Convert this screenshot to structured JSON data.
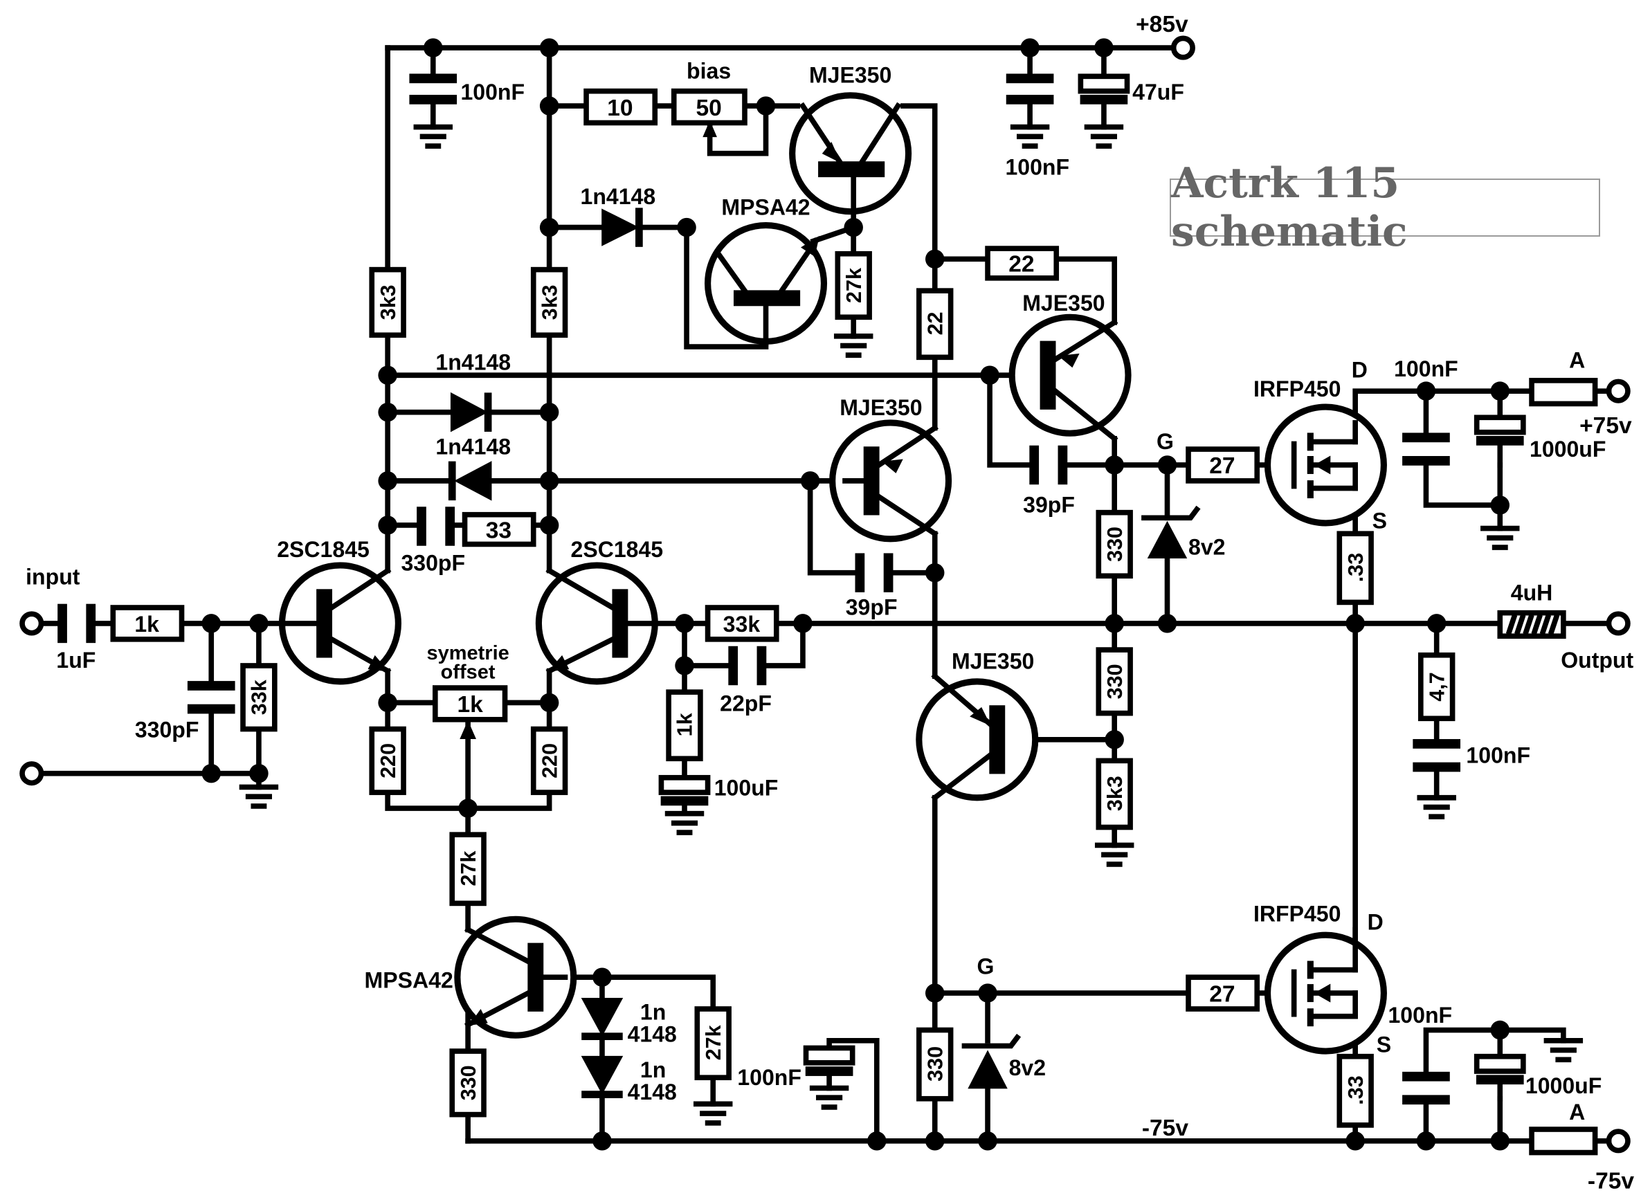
{
  "title": "Actrk 115 schematic",
  "rails": {
    "pos85": "+85v",
    "pos75": "+75v",
    "neg75_bus": "-75v",
    "neg75": "-75v"
  },
  "io": {
    "input": "input",
    "output": "Output"
  },
  "transistors": {
    "q_bias": "MJE350",
    "q_mpsa_top": "MPSA42",
    "q_driver_upper": "MJE350",
    "q_vas": "MJE350",
    "q_lower_vas": "MJE350",
    "q_diff_left": "2SC1845",
    "q_diff_right": "2SC1845",
    "q_mpsa_bottom": "MPSA42",
    "mosfet_top": "IRFP450",
    "mosfet_bottom": "IRFP450"
  },
  "resistors": {
    "r_in": "1k",
    "r_in_shunt": "33k",
    "r_top_left": "3k3",
    "r_top_mid": "3k3",
    "r_10": "10",
    "r_bias": "50",
    "r_27k_top": "27k",
    "r_22_vert": "22",
    "r_22_horiz": "22",
    "r_33": "33",
    "r_sym": "1k",
    "r_220_left": "220",
    "r_220_right": "220",
    "r_fb": "33k",
    "r_fb_gnd": "1k",
    "r_27k_mid": "27k",
    "r_330_bl": "330",
    "r_27k_bot": "27k",
    "r_330_gate_up": "330",
    "r_330_gate_dn": "330",
    "r_3k3_bot": "3k3",
    "r_330_neg": "330",
    "r_gate_top": "27",
    "r_gate_bot": "27",
    "r_src_top": ".33",
    "r_src_bot": ".33",
    "r_zobel": "4,7"
  },
  "capacitors": {
    "c_in": "1uF",
    "c_in_shunt": "330pF",
    "c_top_100n": "100nF",
    "c_85_100n": "100nF",
    "c_85_47u": "47uF",
    "c_diff": "330pF",
    "c_miller_a": "39pF",
    "c_miller_b": "39pF",
    "c_fb": "22pF",
    "c_fb_gnd": "100uF",
    "c_pos_100n": "100nF",
    "c_pos_1000u": "1000uF",
    "c_zobel": "100nF",
    "c_neg_bias": "100nF",
    "c_neg_100n": "100nF",
    "c_neg_1000u": "1000uF"
  },
  "diodes": {
    "d_top": "1n4148",
    "d_mid1": "1n4148",
    "d_mid2": "1n4148",
    "d_bot1_a": "1n",
    "d_bot1_b": "4148",
    "d_bot2_a": "1n",
    "d_bot2_b": "4148",
    "z_top": "8v2",
    "z_bot": "8v2"
  },
  "misc": {
    "bias": "bias",
    "sym_line1": "symetrie",
    "sym_line2": "offset",
    "inductor": "4uH",
    "fuse_top": "A",
    "fuse_bot": "A",
    "pin_d_top": "D",
    "pin_s_top": "S",
    "pin_g_top": "G",
    "pin_d_bot": "D",
    "pin_s_bot": "S",
    "pin_g_bot": "G"
  },
  "colors": {
    "ink": "#000000",
    "title_text": "#666666",
    "title_border": "#9a9a9a"
  }
}
